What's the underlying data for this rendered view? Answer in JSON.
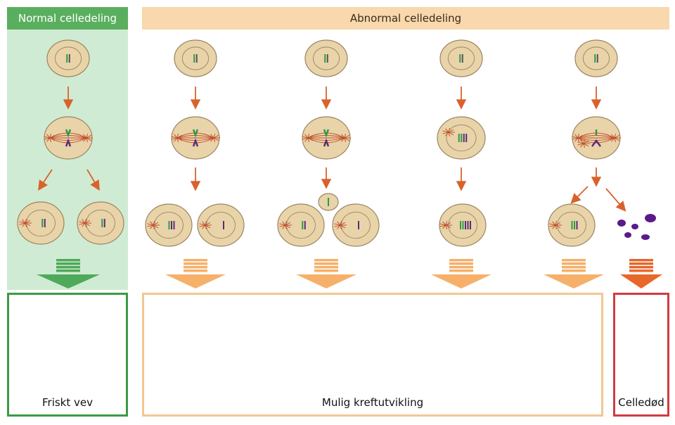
{
  "headers": {
    "normal": "Normal celledeling",
    "abnormal": "Abnormal celledeling"
  },
  "labels": {
    "healthy": "Friskt vev",
    "possible_cancer": "Mulig kreftutvikling",
    "cell_death": "Celledød"
  },
  "colors": {
    "normal_header": "#5aaf5e",
    "normal_background": "#d0ebd3",
    "abnormal_header": "#f8d8ac",
    "cell_fill": "#e9d3a9",
    "arrow": "#d9622b",
    "spindle": "#c0502a",
    "chromosome_green": "#2e9a4a",
    "chromosome_purple": "#5a2d7a",
    "chromosome_gray": "#555555",
    "healthy_border": "#3c9a45",
    "abnormal_border": "#f3c693",
    "death_border": "#d23a43",
    "death_blob": "#5b1a8a"
  }
}
